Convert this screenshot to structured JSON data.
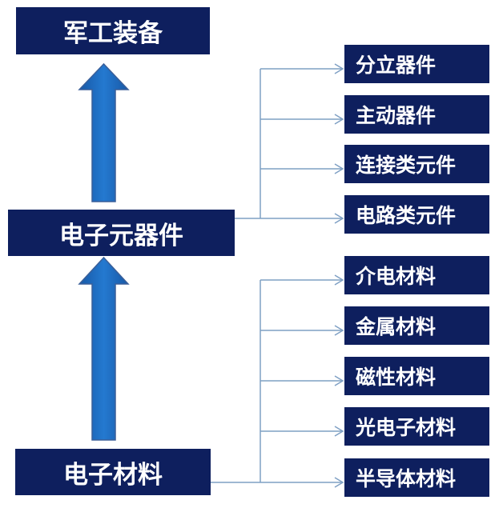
{
  "top": {
    "label": "军工装备"
  },
  "middle": {
    "label": "电子元器件",
    "children": [
      "分立器件",
      "主动器件",
      "连接类元件",
      "电路类元件"
    ]
  },
  "bottom": {
    "label": "电子材料",
    "children": [
      "介电材料",
      "金属材料",
      "磁性材料",
      "光电子材料",
      "半导体材料"
    ]
  },
  "colors": {
    "box": "#0e1f5e",
    "arrow": "#1e6cc0",
    "connector": "#7fa0c4"
  }
}
